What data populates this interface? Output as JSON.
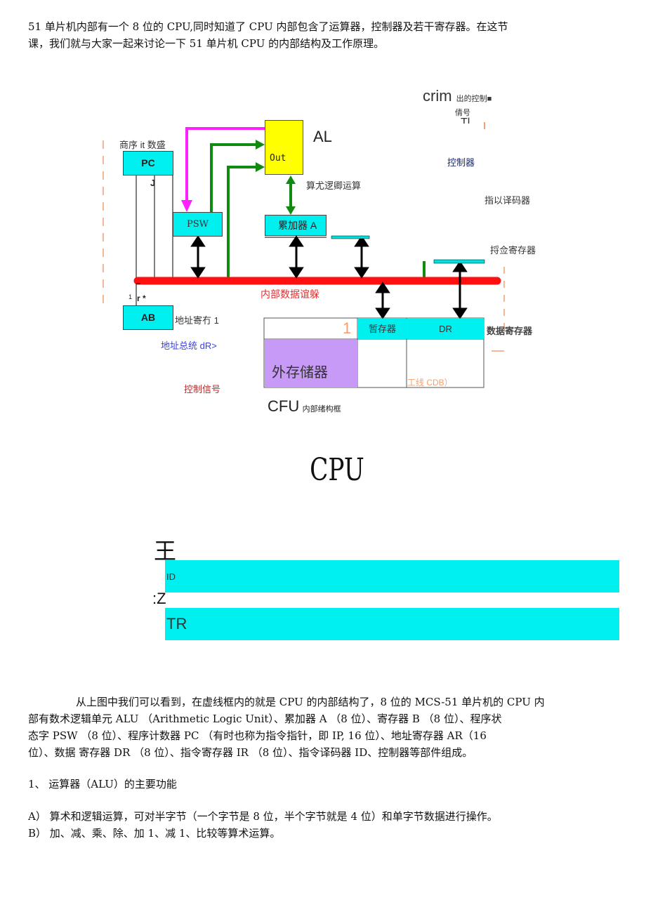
{
  "intro": {
    "line1": "51 单片机内部有一个 8 位的 CPU,同时知道了 CPU 内部包含了运算器，控制器及若干寄存器。在这节",
    "line2": "课，我们就与大家一起来讨论一下 51 单片机 CPU 的内部结构及工作原理。"
  },
  "diagram": {
    "crim": "crim",
    "ctrl_signal_out": "出的控制■",
    "ctrl_signal_out2": "倩号",
    "ti_mark": "Tl",
    "al": "AL",
    "out": "Out",
    "alu_desc": "算尤逻卿运算",
    "controller": "控制器",
    "decoder": "指以译码器",
    "instr_reg": "捋佥寄存器",
    "pc_caption": "商序 it 数盛",
    "pc": "PC",
    "j_mark": "J",
    "psw": "PSW",
    "acc": "累加器 A",
    "internal_bus": "内部数据谊躲",
    "r_mark": "r *",
    "one_mark": "1",
    "ab": "AB",
    "addr_reg": "地址寄冇 1",
    "addr_bus": "地址总统 dR>",
    "ctrl_signal": "控制信号",
    "mem_one": "1",
    "temp_reg": "暂存器",
    "dr": "DR",
    "data_reg": "数据寄存器",
    "ext_mem": "外存储器",
    "cdb": "工线 CDB）",
    "cfu": "CFU",
    "cfu_caption": "内部绪构框"
  },
  "cpu_heading": "CPU",
  "lower": {
    "wang": "王",
    "id": "ID",
    "z": ":Z",
    "tr": "TR"
  },
  "body": {
    "p1_l1": "从上图中我们可以看到，在虚线框内的就是 CPU 的内部结构了，8 位的 MCS-51 单片机的 CPU 内",
    "p1_l2": "部有数术逻辑单元 ALU （Arithmetic Logic Unit）、累加器 A （8 位）、寄存器 B （8 位）、程序状",
    "p1_l3": "态字 PSW （8 位）、程序计数器 PC （有时也称为指令指针，即 IP, 16 位）、地址寄存器 AR（16",
    "p1_l4": "位）、数据 寄存器 DR （8 位）、指令寄存器 IR （8 位）、指令译码器 ID、控制器等部件组成。",
    "h1": "1、  运算器（ALU）的主要功能",
    "a": "A）  算术和逻辑运算，可对半字节（一个字节是 8 位，半个字节就是 4 位）和单字节数据进行操作。",
    "b": "B）  加、减、乘、除、加 1、减 1、比较等算术运算。"
  }
}
